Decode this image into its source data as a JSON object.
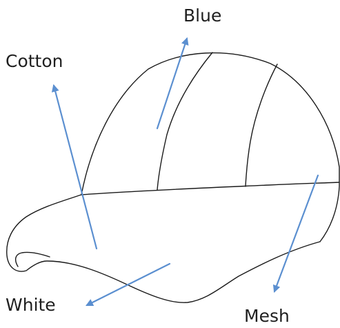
{
  "labels": {
    "blue": "Blue",
    "cotton": "Cotton",
    "white": "White",
    "mesh": "Mesh"
  },
  "colors": {
    "outline": "#1a1a1a",
    "arrow": "#5b8fd0",
    "text": "#1f1f1f",
    "background": "#ffffff"
  }
}
